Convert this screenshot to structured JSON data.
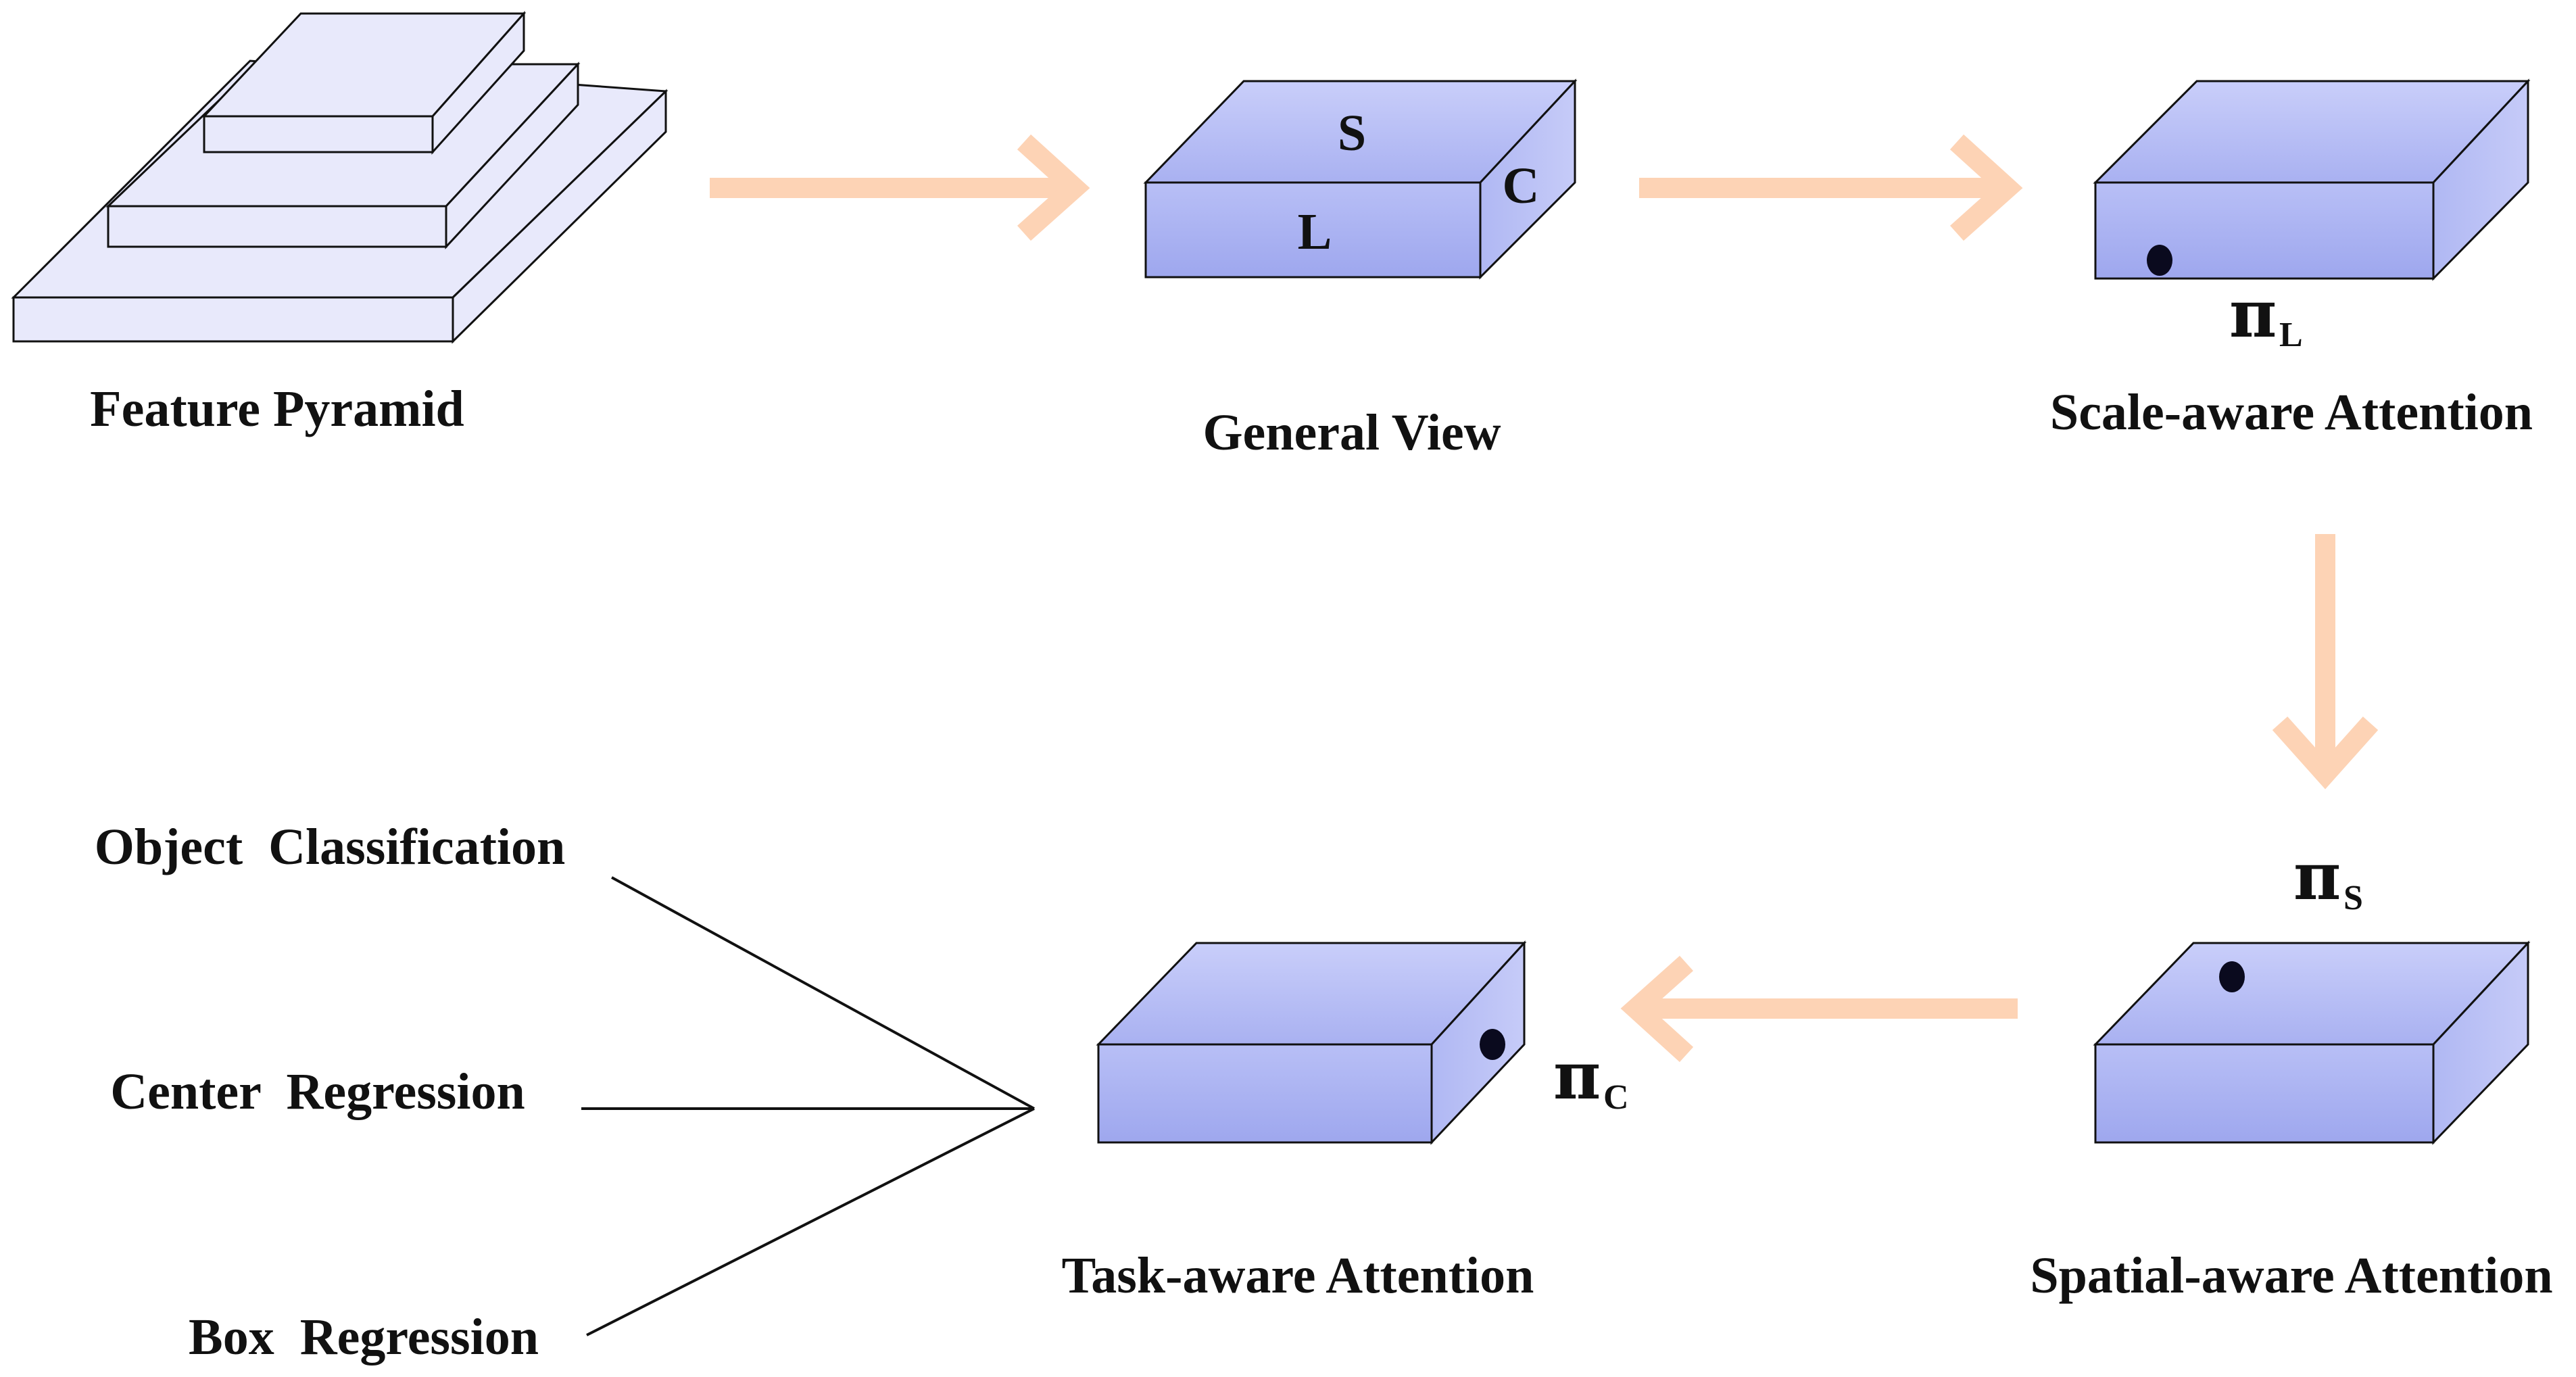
{
  "labels": {
    "feature_pyramid": "Feature Pyramid",
    "general_view": "General View",
    "scale_aware": "Scale-aware Attention",
    "spatial_aware": "Spatial-aware Attention",
    "task_aware": "Task-aware Attention",
    "object_classification": "Object  Classification",
    "center_regression": "Center  Regression",
    "box_regression": "Box  Regression"
  },
  "general_view_axes": {
    "s": "S",
    "c": "C",
    "l": "L"
  },
  "pi_symbols": {
    "symbol": "π",
    "scale_sub": "L",
    "spatial_sub": "S",
    "task_sub": "C"
  },
  "colors": {
    "box_fill": "#aab2f2",
    "box_top": "#c0c6f7",
    "pyramid_fill": "#e8e9fb",
    "arrow": "#fdd3b5",
    "line": "#111111"
  }
}
